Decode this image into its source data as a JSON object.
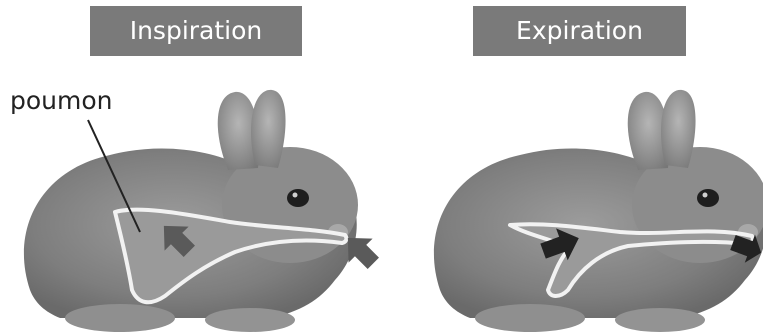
{
  "panels": {
    "inspiration": {
      "title": "Inspiration"
    },
    "expiration": {
      "title": "Expiration"
    }
  },
  "labels": {
    "lung": "poumon"
  },
  "colors": {
    "title_bg": "#7a7a7a",
    "title_text": "#ffffff",
    "rabbit_fur": "#8a8a8a",
    "lung_fill": "#9a9a9a",
    "lung_outline": "#f2f2f2",
    "arrow": "#5a5a5a",
    "arrow_dark": "#222222"
  },
  "icons": {
    "inhale_arrow": "arrow-in-icon",
    "exhale_arrow": "arrow-out-icon"
  }
}
